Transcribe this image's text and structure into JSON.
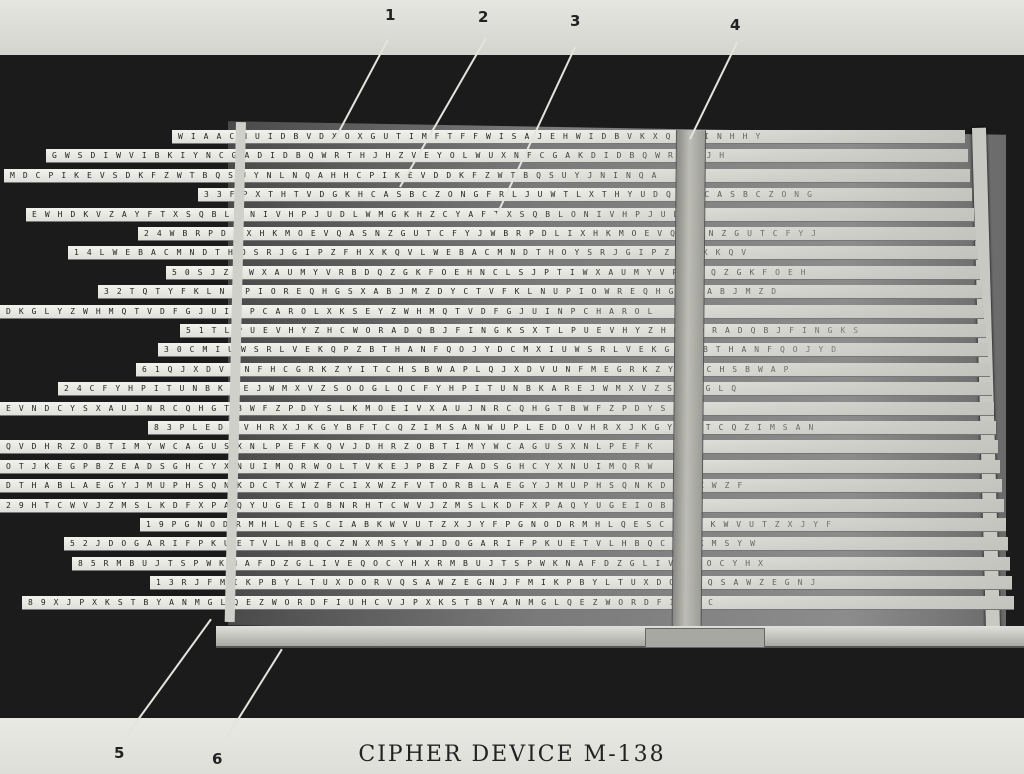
{
  "caption": "CIPHER DEVICE M-138",
  "callouts": [
    "1",
    "2",
    "3",
    "4",
    "5",
    "6"
  ],
  "strip_texts": [
    "W I A A C H U I D B V D X O X G U T I M F T F F W I S A J E H W I D B V K X Q U E I N H H Y",
    "G W S D I W V I B K I Y N C G A D I D B Q W R T H J H Z V E Y O L W U X N F C G A K D I D B Q W R T H J H",
    "M D C P I K E V S D K F Z W T B Q S U Y N L N Q A H H C P I K E V D D K F Z W T B Q S U Y J N I N Q A",
    "3 3 F P X T H T V D G K H C A S B C Z O N G F R L J U W T L X T H Y U D Q K H C A S B C Z O N G",
    "E W H D K V Z A Y F T X S Q B L O N I V H P J U D L W M G K H Z C Y A F T X S Q B L O N I V H P J U D",
    "2 4 W B R P D I X H K M O E V Q A S N Z G U T C F Y J W B R P D L I X H K M O E V Q A S N Z G U T C F Y J",
    "1 4 L W E B A C M N D T H O S R J G I P Z F H X K Q V L W E B A C M N D T H O Y S R J G I P Z F U X K Q V",
    "5 0 S J Z I W X A U M Y V R B D Q Z G K F O E H N C L S J P T I W X A U M Y V R B D Q Z G K F O E H",
    "3 2 T Q T Y F K L N U P I O R E Q H G S X A B J M Z D Y C T V F K L N U P I O W R E Q H G S X A B J M Z D",
    "D K G L Y Z W H M Q T V D F G J U I N P C A R O L X K S E Y Z W H M Q T V D F G J U I N P C H A R O L",
    "5 1 T L P U E V H Y Z H C W O R A D Q B J F I N G K S X T L P U E V H Y Z H C W O R A D Q B J F I N G K S",
    "3 0 C M I U W S R L V E K Q P Z B T H A N F Q O J Y D C M X I U W S R L V E K G P Z B T H A N F Q O J Y D",
    "6 1 Q J X D V U N F H C G R K Z Y I T C H S B W A P L Q J X D V U N F M E G R K Z Y I T C H S B W A P",
    "2 4 C F Y H P I T U N B K A E J W M X V Z S O O G L Q C F Y H P I T U N B K A R E J W M X V Z S O D G L Q",
    "E V N D C Y S X A U J N R C Q H G T B W F Z P D Y S L K M O E I V X A U J N R C Q H G T B W F Z P D Y S L",
    "8 3 P L E D O V H R X J K G Y B F T C Q Z I M S A N W U P L E D O V H R X J K G Y B F T C Q Z I M S A N",
    "Q V D H R Z O B T I M Y W C A G U S X N L P E F K Q V J D H R Z O B T I M Y W C A G U S X N L P E F K",
    "O T J K E G P B Z E A D S G H C Y X N U I M Q R W O L T V K E J P B Z F A D S G H C Y X N U I M Q R W",
    "D T H A B L A E G Y J M U P H S Q N K D C T X W Z F C I X W Z F V T O R B L A E G Y J M U P H S Q N K D C T X W Z F",
    "2 9 H T C W V J Z M S L K D F X P A Q Y U G E I O B N R H T C W V J Z M S L K D F X P A Q Y U G E I O B N R",
    "1 9 P G N O D R M H L Q E S C I A B K W V U T Z X J Y F P G N O D R M H L Q E S C I A B K W V U T Z X J Y F",
    "5 2 J D O G A R I F P K U E T V L H B Q C Z N X M S Y W J D O G A R I F P K U E T V L H B Q C Z N X M S Y W",
    "8 5 R M B U J T S P W K N A F D Z G L I V E Q O C Y H X R M B U J T S P W K N A F D Z G L I V E Q O C Y H X",
    "1 3 R J F M I K P B Y L T U X D O R V Q S A W Z E G N J F M I K P B Y L T U X D O R V Q S A W Z E G N J",
    "8 9 X J P X K S T B Y A N M G L Q E Z W O R D F I U H C V J P X K S T B Y A N M G L Q E Z W O R D F I U H C"
  ]
}
